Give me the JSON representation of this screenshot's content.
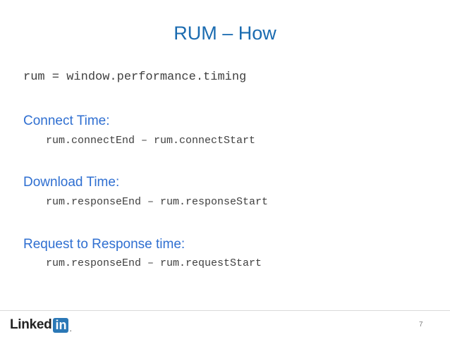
{
  "slide": {
    "title": "RUM – How",
    "intro_code": "rum = window.performance.timing",
    "sections": [
      {
        "label": "Connect Time:",
        "code": "rum.connectEnd – rum.connectStart"
      },
      {
        "label": "Download Time:",
        "code": "rum.responseEnd – rum.responseStart"
      },
      {
        "label": "Request to Response time:",
        "code": "rum.responseEnd – rum.requestStart"
      }
    ]
  },
  "footer": {
    "logo_text": "Linked",
    "logo_box_text": "in",
    "logo_mark": ".",
    "page_number": "7"
  },
  "colors": {
    "title": "#1a6bb0",
    "section_label": "#2f6fd1",
    "code": "#404040",
    "logo_box": "#2b78b6"
  }
}
